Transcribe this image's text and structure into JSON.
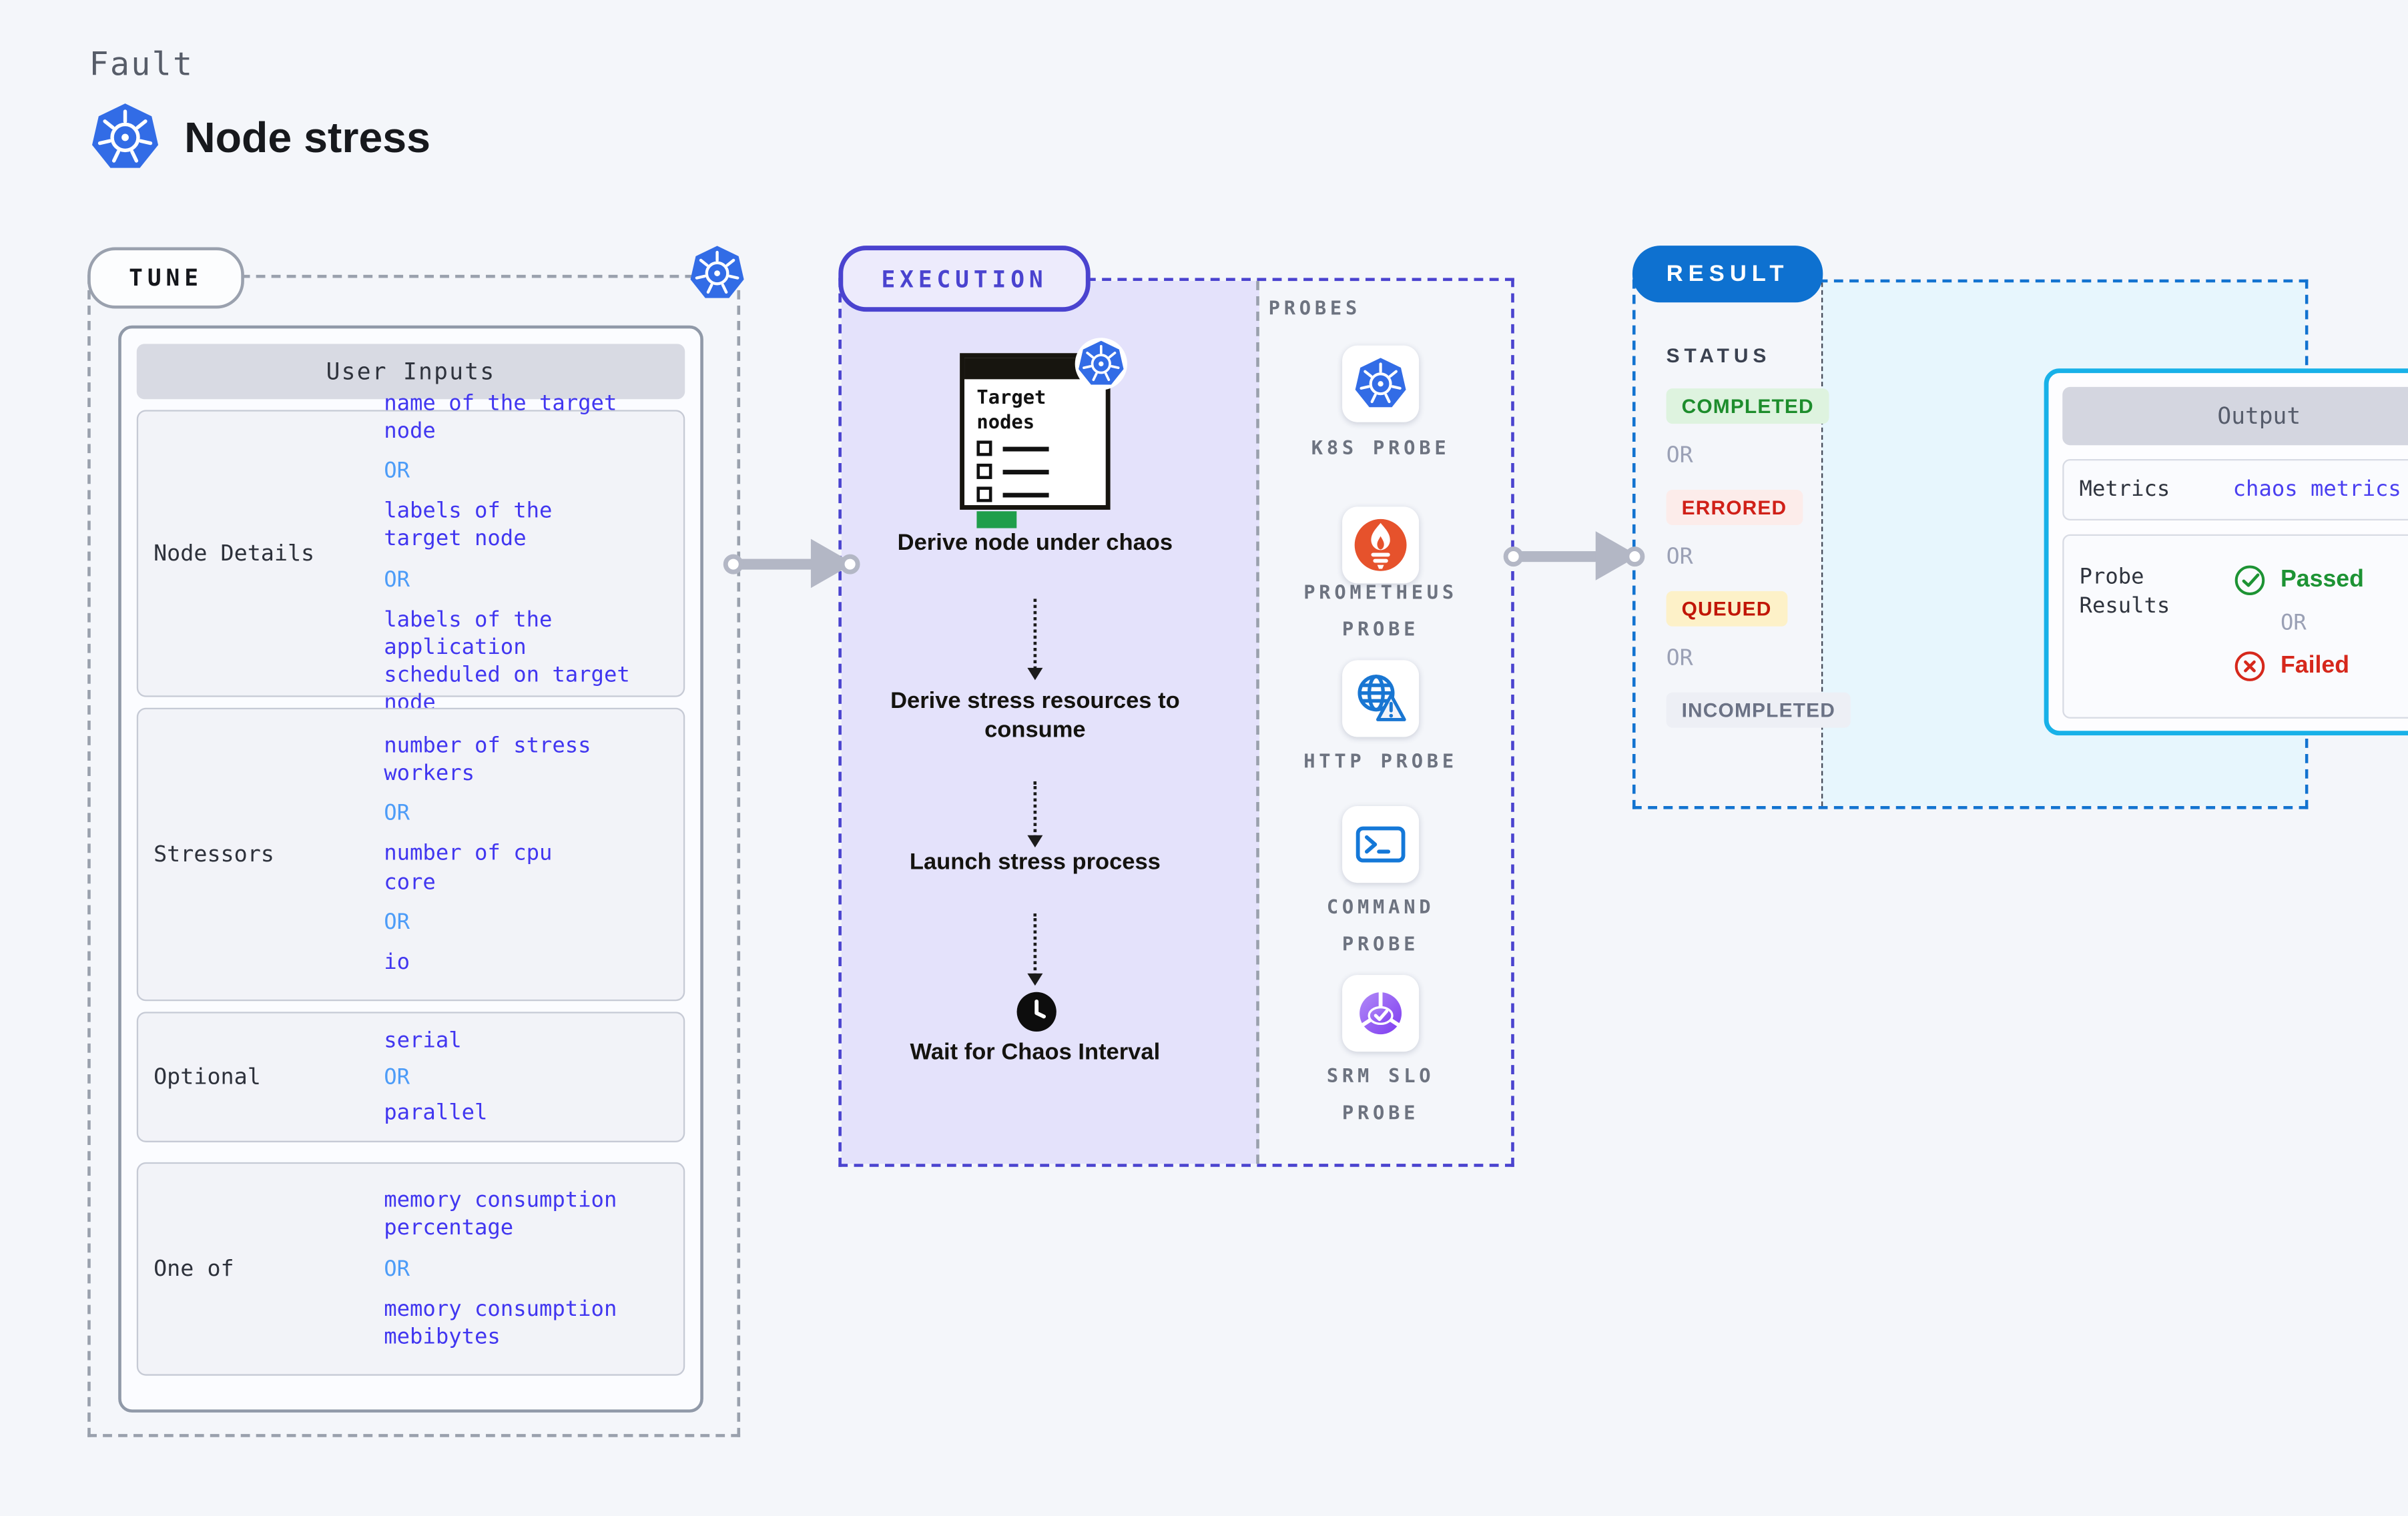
{
  "header": {
    "eyebrow": "Fault",
    "title": "Node stress"
  },
  "tune": {
    "tag": "TUNE",
    "table_title": "User Inputs",
    "rows": [
      {
        "label": "Node Details",
        "items": [
          "name of the target\nnode",
          "OR",
          "labels of the\ntarget node",
          "OR",
          "labels of the application\nscheduled on target node"
        ]
      },
      {
        "label": "Stressors",
        "items": [
          "number of stress\nworkers",
          "OR",
          "number of cpu\ncore",
          "OR",
          "io"
        ]
      },
      {
        "label": "Optional",
        "items": [
          "serial",
          "OR",
          "parallel"
        ]
      },
      {
        "label": "One of",
        "items": [
          "memory consumption\npercentage",
          "OR",
          "memory consumption\nmebibytes"
        ]
      }
    ]
  },
  "execution": {
    "tag": "EXECUTION",
    "clipboard_title": "Target nodes",
    "steps": [
      "Derive node under chaos",
      "Derive stress resources to consume",
      "Launch stress process",
      "Wait for Chaos Interval"
    ]
  },
  "probes": {
    "label": "PROBES",
    "items": [
      {
        "icon": "kubernetes-icon",
        "label": "K8S PROBE"
      },
      {
        "icon": "prometheus-icon",
        "label": "PROMETHEUS\nPROBE"
      },
      {
        "icon": "http-globe-warning-icon",
        "label": "HTTP PROBE"
      },
      {
        "icon": "terminal-icon",
        "label": "COMMAND\nPROBE"
      },
      {
        "icon": "slo-pie-check-icon",
        "label": "SRM SLO\nPROBE"
      }
    ]
  },
  "result": {
    "tag": "RESULT",
    "status_label": "STATUS",
    "statuses": [
      "COMPLETED",
      "OR",
      "ERRORED",
      "OR",
      "QUEUED",
      "OR",
      "INCOMPLETED"
    ],
    "output": {
      "title": "Output",
      "metrics_label": "Metrics",
      "metrics_value": "chaos metrics",
      "probe_results_label": "Probe Results",
      "passed": "Passed",
      "or": "OR",
      "failed": "Failed"
    }
  },
  "colors": {
    "kubernetes_blue": "#326CE6",
    "prometheus_orange": "#E6522C",
    "probe_blue": "#1976D2",
    "srm_purple": "#8440F5",
    "accent_indigo": "#4A43CF",
    "value_indigo": "#4136F0",
    "or_blue": "#4D9CF8",
    "result_blue": "#0E71D0",
    "output_border_cyan": "#18B1E8",
    "success_green": "#1D9334",
    "error_red": "#D02018",
    "queued_bg_yellow": "#FDF1C8",
    "arrow_gray": "#B3B7C5"
  }
}
